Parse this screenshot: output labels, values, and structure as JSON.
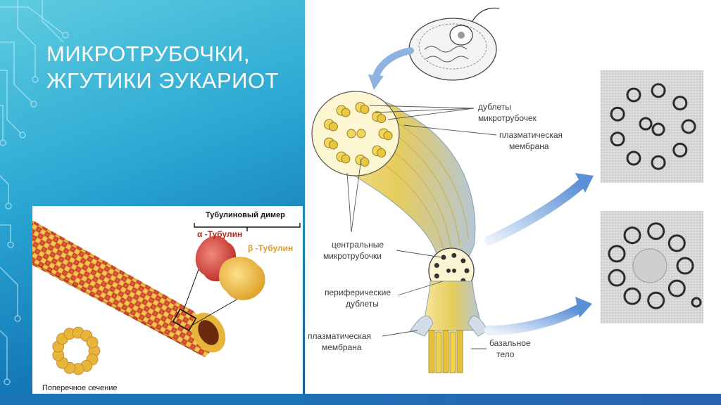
{
  "slide": {
    "title_line1": "МИКРОТРУБОЧКИ,",
    "title_line2": "ЖГУТИКИ ЭУКАРИОТ"
  },
  "left_panel": {
    "dimer_label": "Тубулиновый димер",
    "alpha_label": "α -Тубулин",
    "beta_label": "β -Тубулин",
    "section_label": "Поперечное сечение"
  },
  "right_panel": {
    "labels": {
      "doublets_line1": "дублеты",
      "doublets_line2": "микротрубочек",
      "membrane_line1": "плазматическая",
      "membrane_line2": "мембрана",
      "central_line1": "центральные",
      "central_line2": "микротрубочки",
      "peripheral_line1": "периферические",
      "peripheral_line2": "дублеты",
      "membrane2_line1": "плазматическая",
      "membrane2_line2": "мембрана",
      "basal_line1": "базальное",
      "basal_line2": "тело"
    }
  },
  "colors": {
    "bg_light": "#5fcde0",
    "bg_dark": "#0d5ea6",
    "tubulin_alpha": "#c9412e",
    "tubulin_beta": "#e8b43a",
    "flagellum_yellow": "#f2dc6a",
    "arrow_blue": "#6f9fd8"
  }
}
